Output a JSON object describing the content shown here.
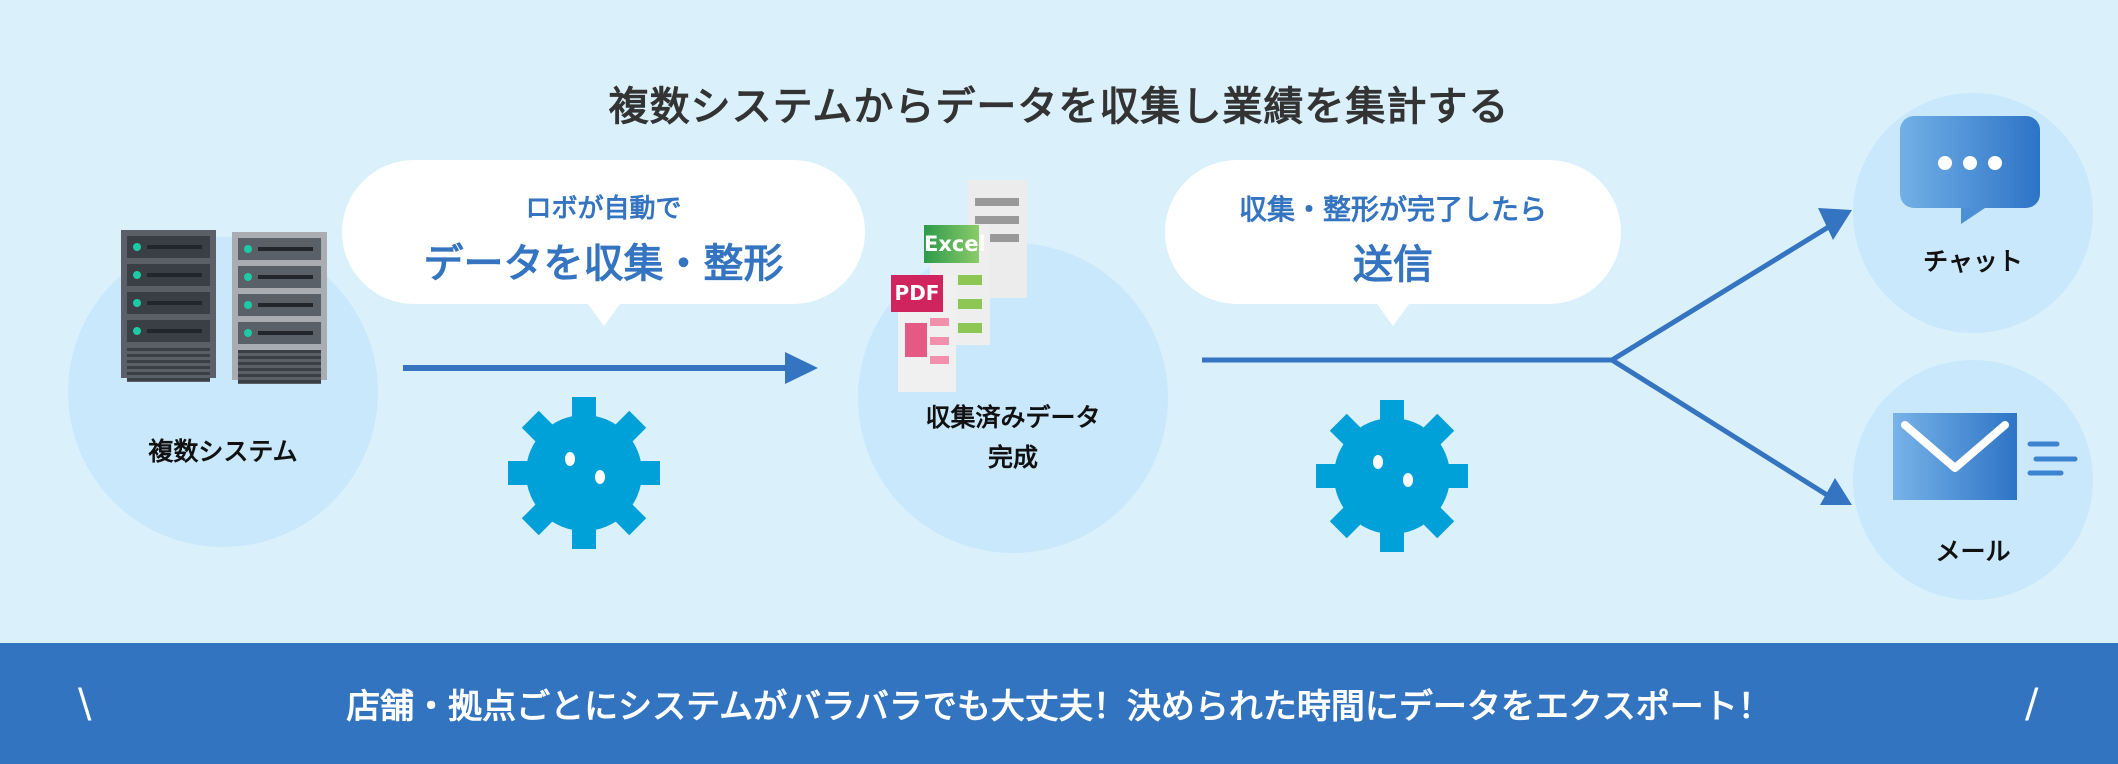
{
  "title": "複数システムからデータを収集し業績を集計する",
  "source": {
    "label": "複数システム"
  },
  "bubble1": {
    "line1": "ロボが自動で",
    "line2": "データを収集・整形"
  },
  "middle": {
    "line1": "収集済みデータ",
    "line2": "完成",
    "excel_tag": "Excel",
    "pdf_tag": "PDF"
  },
  "bubble2": {
    "line1": "収集・整形が完了したら",
    "line2": "送信"
  },
  "targets": {
    "chat": "チャット",
    "mail": "メール"
  },
  "banner": {
    "left": "\\",
    "text": "店舗・拠点ごとにシステムがバラバラでも大丈夫！決められた時間にデータをエクスポート！",
    "right": "/"
  },
  "colors": {
    "accent": "#3474c0",
    "gear": "#00a0d8",
    "background": "#daf1fc",
    "banner": "#3274c0"
  }
}
